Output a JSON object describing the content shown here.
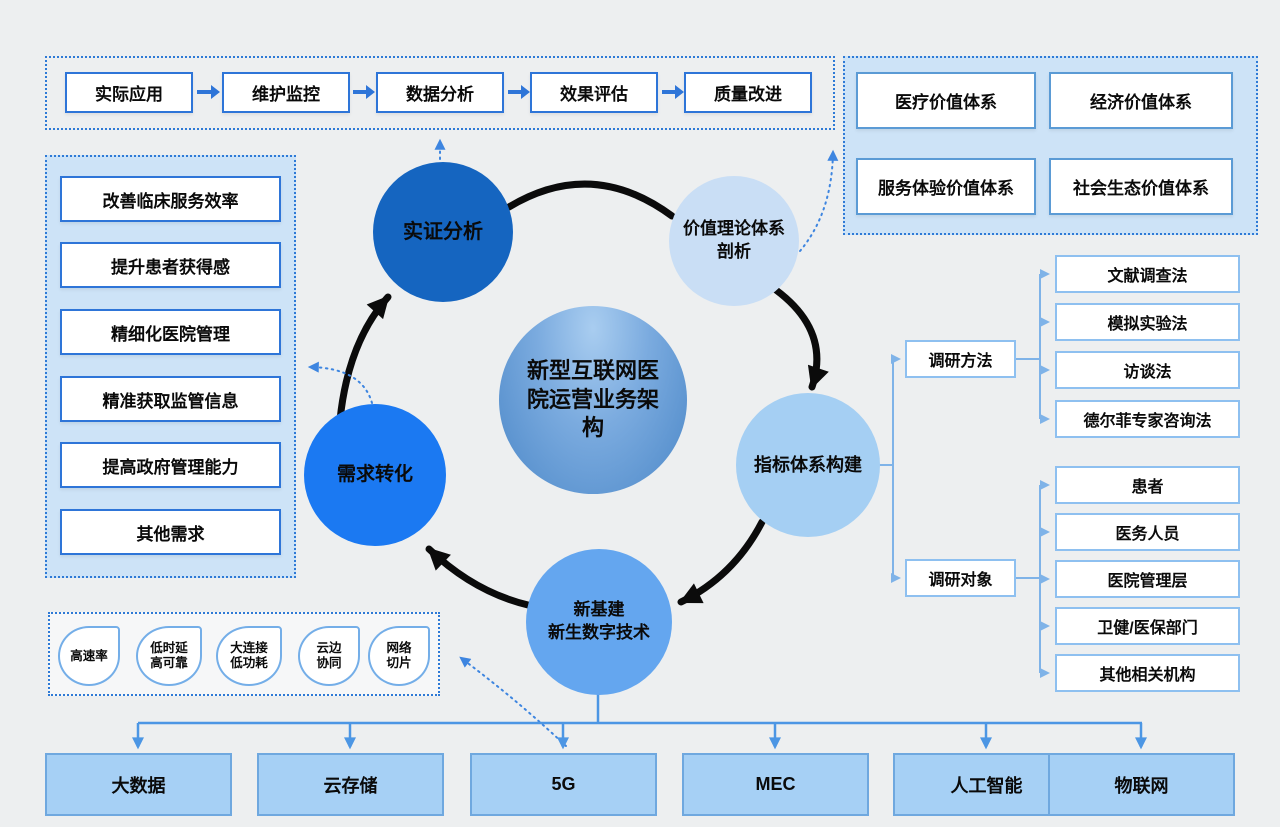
{
  "page": {
    "background": "#edeff0"
  },
  "center": {
    "label": "新型互联网医院运营业务架构",
    "lines": [
      "新型互联网医",
      "院运营业务架",
      "构"
    ]
  },
  "cycle_nodes": {
    "empirical": {
      "label": "实证分析",
      "color": "#1565c0"
    },
    "value_theory": {
      "label": "价值理论体系剖析",
      "lines": [
        "价值理论体系",
        "剖析"
      ],
      "color": "#c9def5"
    },
    "indicator": {
      "label": "指标体系构建",
      "color": "#a5cff3"
    },
    "infrastructure": {
      "label": "新基建新生数字技术",
      "lines": [
        "新基建",
        "新生数字技术"
      ],
      "color": "#64a6ef"
    },
    "demand": {
      "label": "需求转化",
      "color": "#1b79f2"
    }
  },
  "top_flow": {
    "steps": [
      "实际应用",
      "维护监控",
      "数据分析",
      "效果评估",
      "质量改进"
    ]
  },
  "value_systems": {
    "items": [
      "医疗价值体系",
      "经济价值体系",
      "服务体验价值体系",
      "社会生态价值体系"
    ]
  },
  "demands": {
    "items": [
      "改善临床服务效率",
      "提升患者获得感",
      "精细化医院管理",
      "精准获取监管信息",
      "提高政府管理能力",
      "其他需求"
    ]
  },
  "research_methods": {
    "label": "调研方法",
    "items": [
      "文献调查法",
      "模拟实验法",
      "访谈法",
      "德尔菲专家咨询法"
    ]
  },
  "research_objects": {
    "label": "调研对象",
    "items": [
      "患者",
      "医务人员",
      "医院管理层",
      "卫健/医保部门",
      "其他相关机构"
    ]
  },
  "network_features": {
    "items": [
      {
        "line1": "高速率",
        "line2": ""
      },
      {
        "line1": "低时延",
        "line2": "高可靠"
      },
      {
        "line1": "大连接",
        "line2": "低功耗"
      },
      {
        "line1": "云边",
        "line2": "协同"
      },
      {
        "line1": "网络",
        "line2": "切片"
      }
    ]
  },
  "technologies": {
    "items": [
      "大数据",
      "云存储",
      "5G",
      "MEC",
      "人工智能",
      "物联网"
    ]
  },
  "colors": {
    "accent_blue": "#2e75d8",
    "cycle_arc": "#000000",
    "dotted_link": "#3d85e0",
    "bracket_line": "#7fb3e8",
    "tree_line": "#4c96e4",
    "panel_fill": "#cde3f7",
    "tech_fill": "#a6d0f5"
  }
}
